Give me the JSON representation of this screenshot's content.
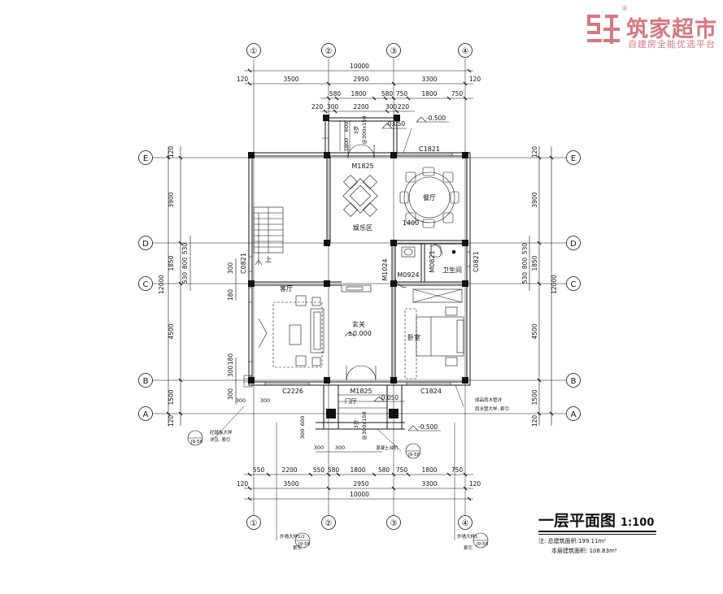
{
  "brand": {
    "name": "筑家超市",
    "slogan": "自建房全能优选平台",
    "reg_mark": "®",
    "color": "#d9777f"
  },
  "title": {
    "main": "一层平面图",
    "scale": "1:100"
  },
  "area_notes": {
    "total": "注: 总建筑面积:199.11m²",
    "floor": "本层建筑面积: 108.83m²"
  },
  "axes": {
    "columns": [
      "①",
      "②",
      "③",
      "④"
    ],
    "rows": [
      "E",
      "D",
      "C",
      "B",
      "A"
    ]
  },
  "dims": {
    "top_total": "10000",
    "top_main": [
      "120",
      "3500",
      "2950",
      "3300",
      "120"
    ],
    "top_row2": [
      "580",
      "1800",
      "580",
      "750",
      "1800",
      "750"
    ],
    "top_row3": [
      "220",
      "300",
      "2200",
      "300",
      "220"
    ],
    "bottom_row1": [
      "550",
      "2200",
      "550",
      "580",
      "1800",
      "580",
      "750",
      "1800",
      "750"
    ],
    "bottom_main": [
      "120",
      "3500",
      "2950",
      "3300",
      "120"
    ],
    "bottom_total": "10000",
    "left_outer": [
      "120",
      "3900",
      "1850",
      "4500",
      "1500",
      "120"
    ],
    "left_total": "12000",
    "left_inner": [
      "530",
      "800",
      "530"
    ],
    "right_outer": [
      "120",
      "3900",
      "1850",
      "4500",
      "1500",
      "120"
    ],
    "right_total": "12000",
    "right_inner": [
      "530",
      "800",
      "530"
    ],
    "left_window_side": [
      "300",
      "180",
      "180",
      "300",
      "300"
    ],
    "steps_left": [
      "300",
      "300"
    ]
  },
  "rooms": {
    "entertainment": "娱乐区",
    "dining": "餐厅",
    "living": "客厅",
    "foyer": "玄关",
    "foyer_level": "±0.000",
    "bedroom": "卧室",
    "bath": "卫生间",
    "stair_up": "上"
  },
  "openings": {
    "m1825_top": "M1825",
    "c1821": "C1821",
    "m1024": "M1024",
    "m0924": "M0924",
    "m0821": "M0821",
    "c0821_left": "C0821",
    "c0821_right": "C0821",
    "c2226": "C2226",
    "m1825_bottom": "M1825",
    "c1824": "C1824",
    "dim_1400": "1400"
  },
  "levels": {
    "top_step": "-0.050",
    "top_yard": "-0.500",
    "bottom_step": "-0.050",
    "bottom_yard": "-0.500",
    "porch": "门厅"
  },
  "annotations": {
    "top_step_note": "3步",
    "top_step_detail": "@300x150",
    "top_step_dims": [
      "600",
      "1800"
    ],
    "bottom_step_note": "3步",
    "bottom_step_detail": "@300x150",
    "bottom_step_dims": [
      "600",
      "300"
    ],
    "bottom_step_dims2": [
      "300",
      "300"
    ],
    "left_detail": [
      "砼踏板大样",
      "详见, 索引"
    ],
    "left_detail_ref": [
      "J9-58"
    ],
    "mid_detail": "混凝土台阶",
    "mid_detail_ref": "J9-58",
    "right_detail": [
      "成品雨水管详",
      "雨水管大样, 索引"
    ],
    "bottom_left_detail": [
      "外墙大样1/2",
      "索引"
    ],
    "bottom_left_ref": "J9-58",
    "bottom_right_detail": [
      "外墙大样1",
      "索引"
    ],
    "bottom_right_ref": "J9-58"
  }
}
